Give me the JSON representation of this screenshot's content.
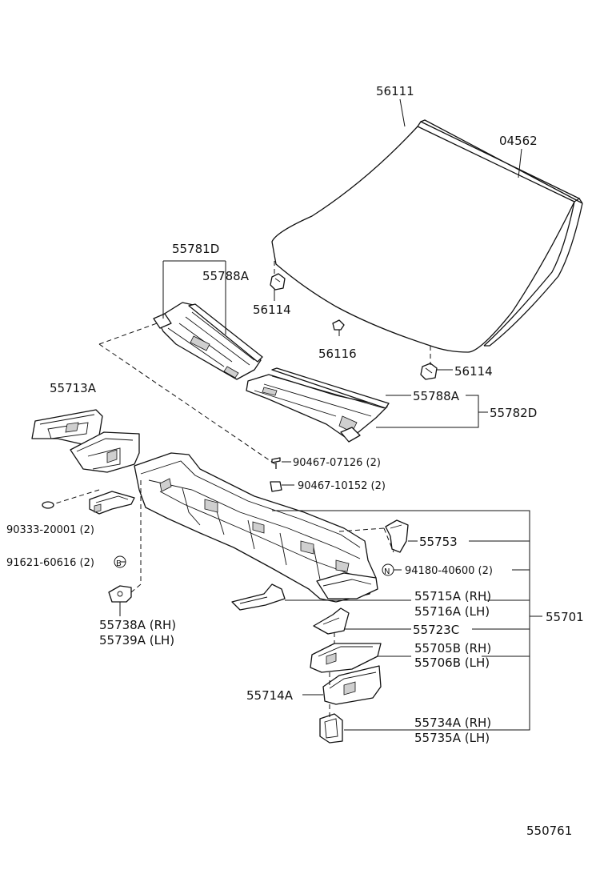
{
  "labels": {
    "p56111": "56111",
    "p04562": "04562",
    "p55781D": "55781D",
    "p55788A_top": "55788A",
    "p56114_top": "56114",
    "p56116": "56116",
    "p56114_bottom": "56114",
    "p55713A": "55713A",
    "p55788A_right": "55788A",
    "p55782D": "55782D",
    "p90467_07126": "90467-07126 (2)",
    "p90467_10152": "90467-10152 (2)",
    "p90333_20001": "90333-20001 (2)",
    "p55753": "55753",
    "p91621_60616": "91621-60616 (2)",
    "p94180_40600": "94180-40600 (2)",
    "p55715A": "55715A (RH)",
    "p55716A": "55716A (LH)",
    "p55701": "55701",
    "p55738A": "55738A (RH)",
    "p55739A": "55739A (LH)",
    "p55723C": "55723C",
    "p55705B": "55705B (RH)",
    "p55706B": "55706B (LH)",
    "p55714A": "55714A",
    "p55734A": "55734A (RH)",
    "p55735A": "55735A (LH)",
    "drawing_no": "550761"
  },
  "symbols": {
    "B": "B",
    "N": "N"
  }
}
